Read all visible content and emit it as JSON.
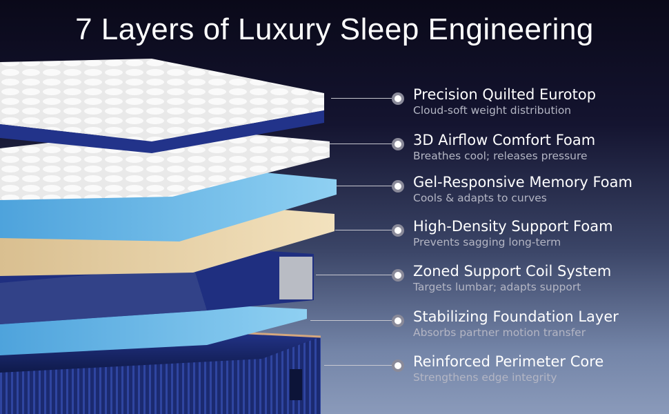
{
  "title": "7 Layers of Luxury Sleep Engineering",
  "layers": [
    {
      "name": "Precision Quilted Eurotop",
      "desc": "Cloud-soft weight distribution"
    },
    {
      "name": "3D Airflow Comfort Foam",
      "desc": "Breathes cool; releases pressure"
    },
    {
      "name": "Gel-Responsive Memory Foam",
      "desc": "Cools & adapts to curves"
    },
    {
      "name": "High-Density Support Foam",
      "desc": "Prevents sagging long-term"
    },
    {
      "name": "Zoned Support Coil System",
      "desc": "Targets lumbar; adapts support"
    },
    {
      "name": "Stabilizing Foundation Layer",
      "desc": "Absorbs partner motion transfer"
    },
    {
      "name": "Reinforced Perimeter Core",
      "desc": "Strengthens edge integrity"
    }
  ],
  "colors": {
    "navy": "#1e2f78",
    "gel": "#6fb9e6",
    "support_foam": "#e8d2a8",
    "foam_white": "#e6e6e6"
  }
}
